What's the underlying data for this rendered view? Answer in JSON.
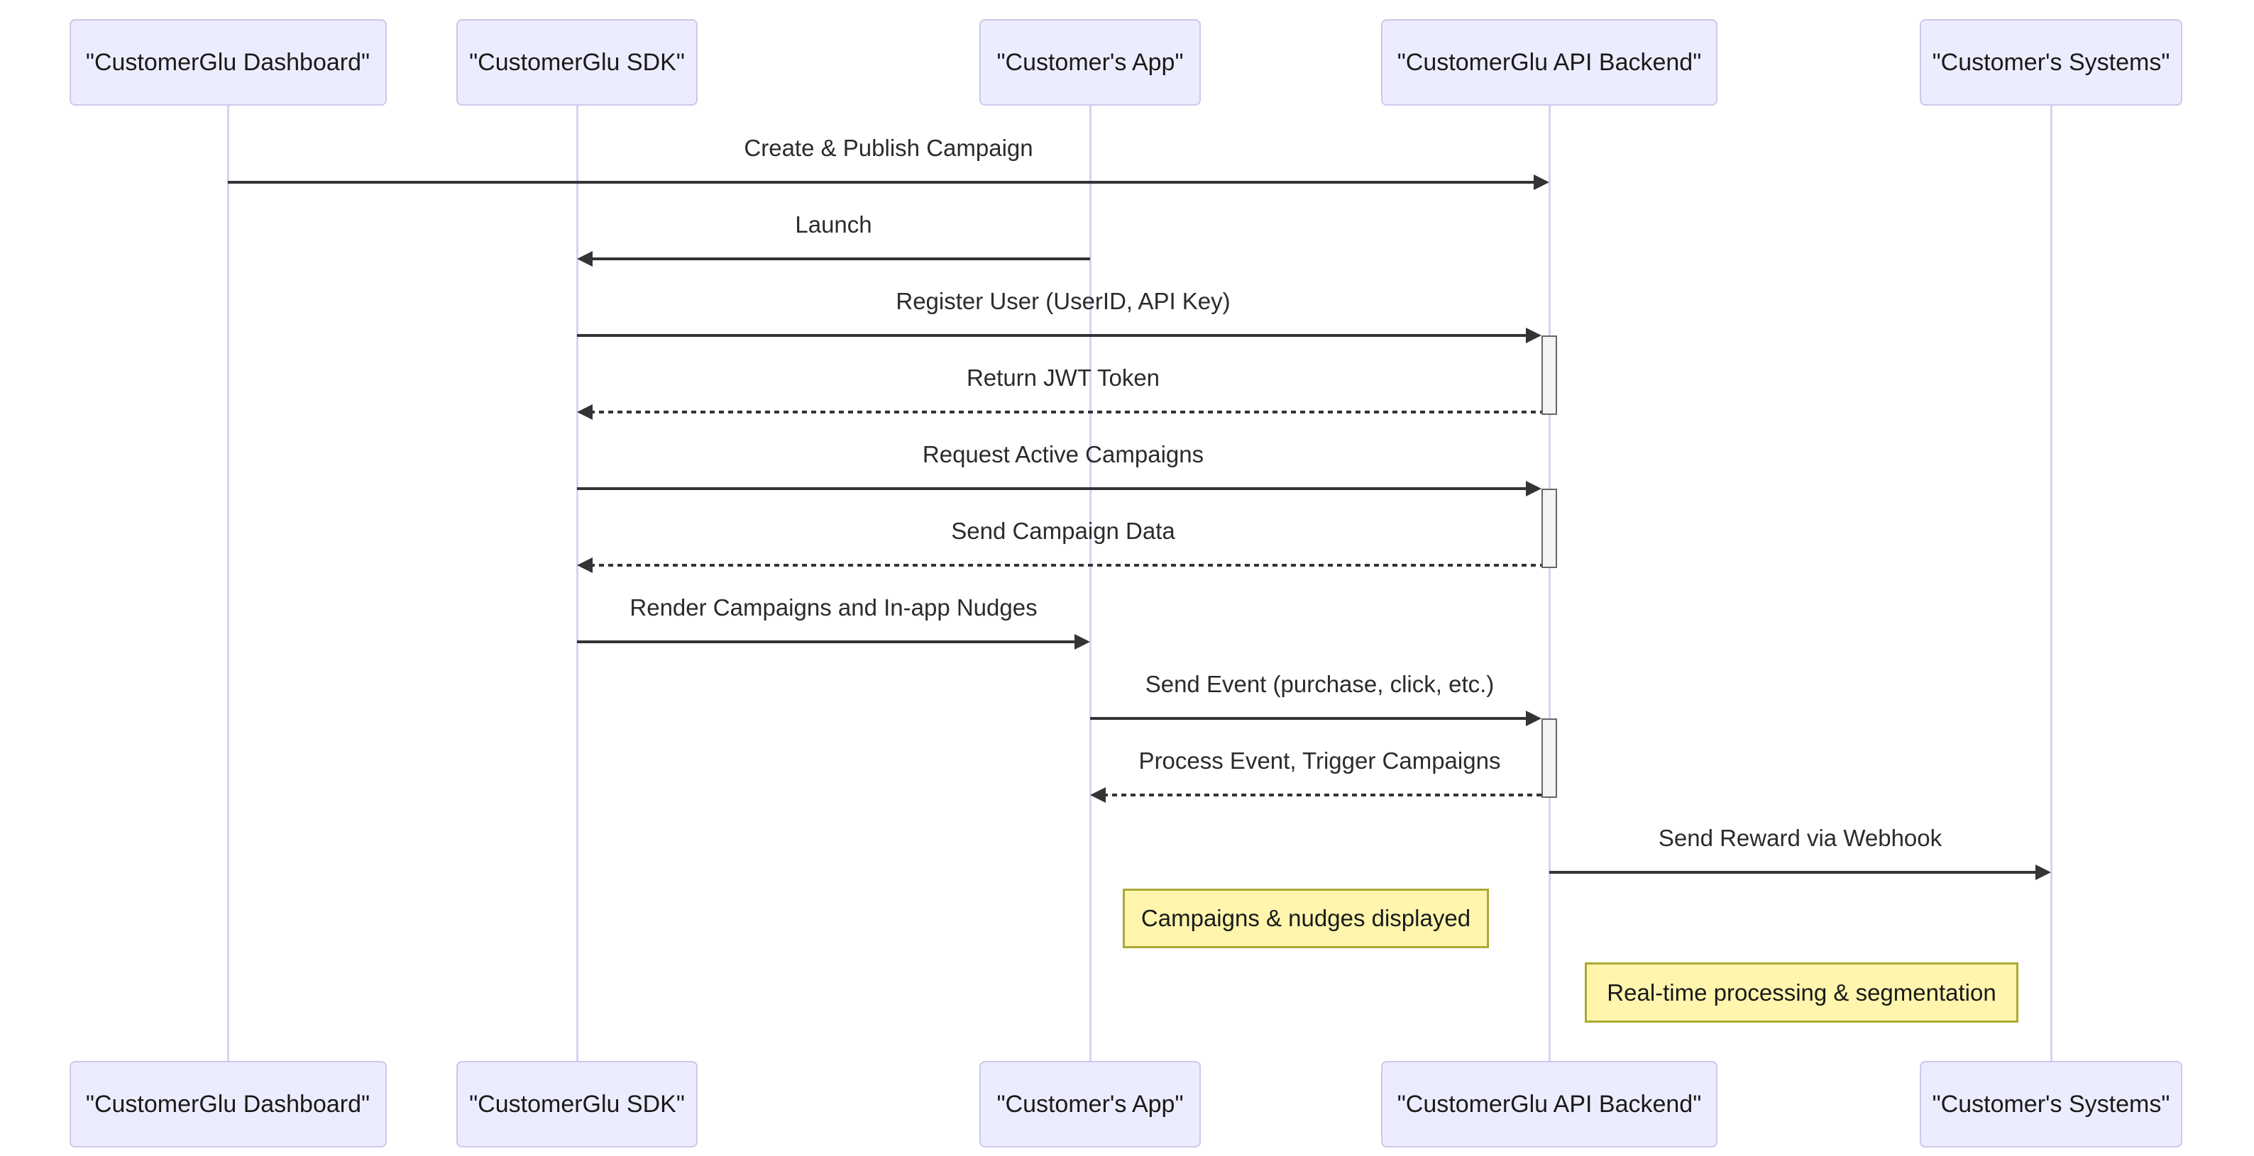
{
  "diagram": {
    "type": "sequence-diagram",
    "background_color": "#ffffff",
    "actors": [
      {
        "id": "dashboard",
        "label": "\"CustomerGlu Dashboard\""
      },
      {
        "id": "sdk",
        "label": "\"CustomerGlu SDK\""
      },
      {
        "id": "app",
        "label": "\"Customer's App\""
      },
      {
        "id": "backend",
        "label": "\"CustomerGlu API Backend\""
      },
      {
        "id": "systems",
        "label": "\"Customer's Systems\""
      }
    ],
    "messages": [
      {
        "from": "dashboard",
        "to": "backend",
        "label": "Create & Publish Campaign",
        "line": "solid",
        "activates": false
      },
      {
        "from": "app",
        "to": "sdk",
        "label": "Launch",
        "line": "solid",
        "activates": false
      },
      {
        "from": "sdk",
        "to": "backend",
        "label": "Register User (UserID, API Key)",
        "line": "solid",
        "activates": true
      },
      {
        "from": "backend",
        "to": "sdk",
        "label": "Return JWT Token",
        "line": "dashed",
        "activates": false
      },
      {
        "from": "sdk",
        "to": "backend",
        "label": "Request Active Campaigns",
        "line": "solid",
        "activates": true
      },
      {
        "from": "backend",
        "to": "sdk",
        "label": "Send Campaign Data",
        "line": "dashed",
        "activates": false
      },
      {
        "from": "sdk",
        "to": "app",
        "label": "Render Campaigns and In-app Nudges",
        "line": "solid",
        "activates": false
      },
      {
        "from": "app",
        "to": "backend",
        "label": "Send Event (purchase, click, etc.)",
        "line": "solid",
        "activates": true
      },
      {
        "from": "backend",
        "to": "app",
        "label": "Process Event, Trigger Campaigns",
        "line": "dashed",
        "activates": false
      },
      {
        "from": "backend",
        "to": "systems",
        "label": "Send Reward via Webhook",
        "line": "solid",
        "activates": false
      }
    ],
    "notes": [
      {
        "text": "Campaigns & nudges displayed",
        "position": "between-app-and-backend"
      },
      {
        "text": "Real-time processing & segmentation",
        "position": "between-backend-and-systems"
      }
    ],
    "colors": {
      "actor_fill": "#ECECFF",
      "actor_border": "#CFC7EA",
      "lifeline": "#D8D2F4",
      "arrow": "#343434",
      "note_fill": "#FFF5AD",
      "note_border": "#AAAA33",
      "activation_fill": "#F4F4F4",
      "activation_border": "#666666"
    }
  }
}
